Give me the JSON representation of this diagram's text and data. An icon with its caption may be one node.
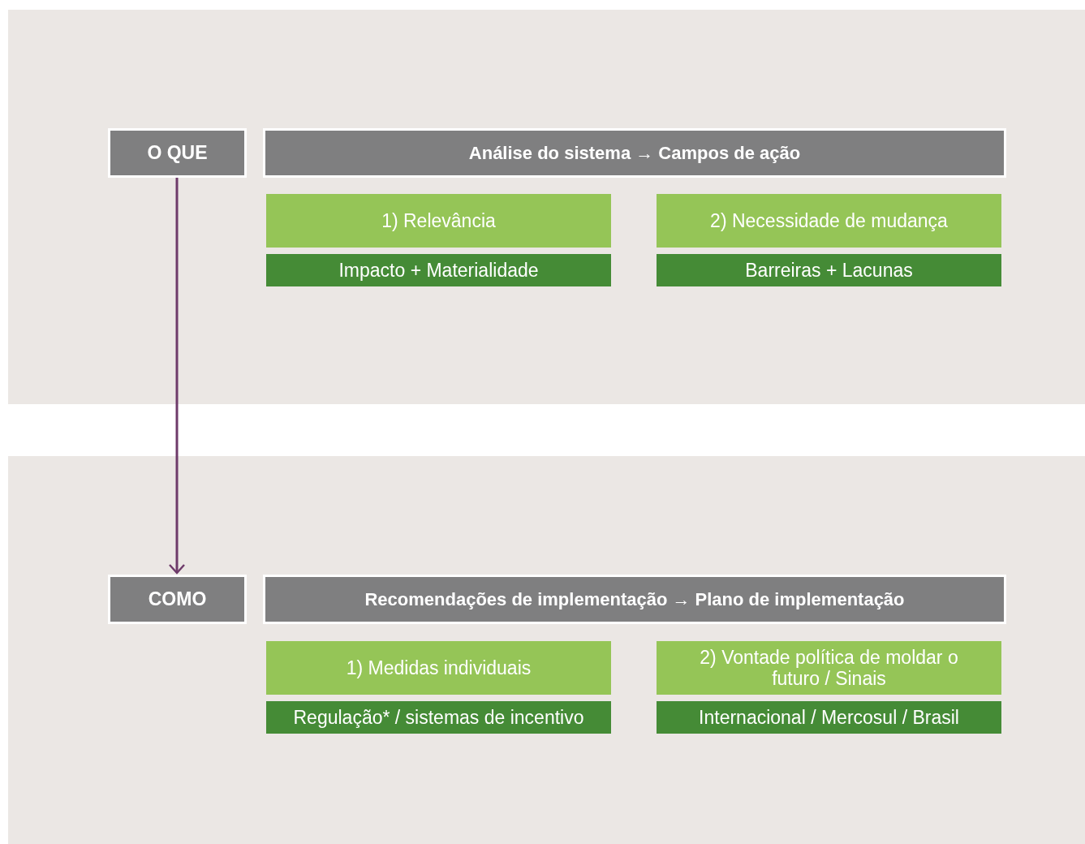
{
  "diagram": {
    "nodes": [
      {
        "text": [
          "O QUE"
        ]
      },
      {
        "text": [
          "Análise do sistema → Campos de ação"
        ]
      },
      {
        "text": [
          "1) Relevância"
        ]
      },
      {
        "text": [
          "Impacto + Materialidade"
        ]
      },
      {
        "text": [
          "2) Necessidade de mudança"
        ]
      },
      {
        "text": [
          "Barreiras + Lacunas"
        ]
      },
      {
        "text": [
          "COMO"
        ]
      },
      {
        "text": [
          "Recomendações de implementação → Plano de implementação"
        ]
      },
      {
        "text": [
          "1) Medidas individuais"
        ]
      },
      {
        "text": [
          "Regulação* / sistemas de incentivo"
        ]
      },
      {
        "text": [
          "2) Vontade política de moldar o futuro / Sinais"
        ]
      },
      {
        "text": [
          "Internacional / Mercosul / Brasil"
        ]
      }
    ],
    "edges": [
      {
        "from": 0,
        "to": 6,
        "arrow": "to",
        "color": "#6e3b6a"
      }
    ]
  }
}
